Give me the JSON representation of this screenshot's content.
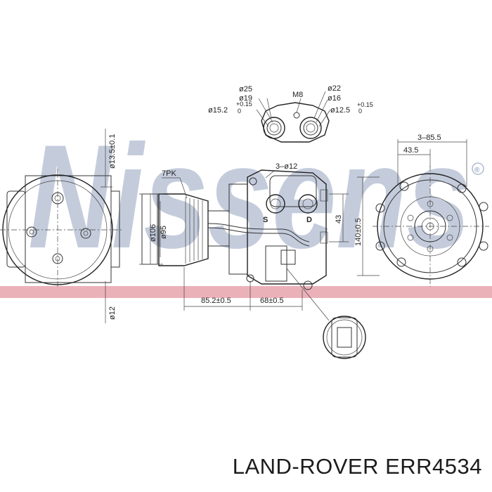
{
  "caption": "LAND-ROVER ERR4534",
  "watermark": {
    "text": "Nissens",
    "symbol": "®",
    "color": "#7d8fb3"
  },
  "colors": {
    "band": "#e8a3ad",
    "lines": "#333333"
  },
  "labels": {
    "d25": "ø25",
    "d19": "ø19",
    "d152": "ø15.2",
    "d152_tol_up": "+0.15",
    "d152_tol_low": "0",
    "m8": "M8",
    "d22": "ø22",
    "d16": "ø16",
    "d125": "ø12.5",
    "d125_tol_up": "+0.15",
    "d125_tol_low": "0",
    "d135": "ø13.5±0.1",
    "pulley_type": "7PK",
    "holes": "3–ø12",
    "d106": "ø106",
    "d95": "ø95",
    "suction": "S",
    "discharge": "D",
    "h43": "43",
    "d140": "140±0.5",
    "w3855": "3–85.5",
    "w435": "43.5",
    "d12": "ø12",
    "len852": "85.2±0.5",
    "len68": "68±0.5"
  }
}
